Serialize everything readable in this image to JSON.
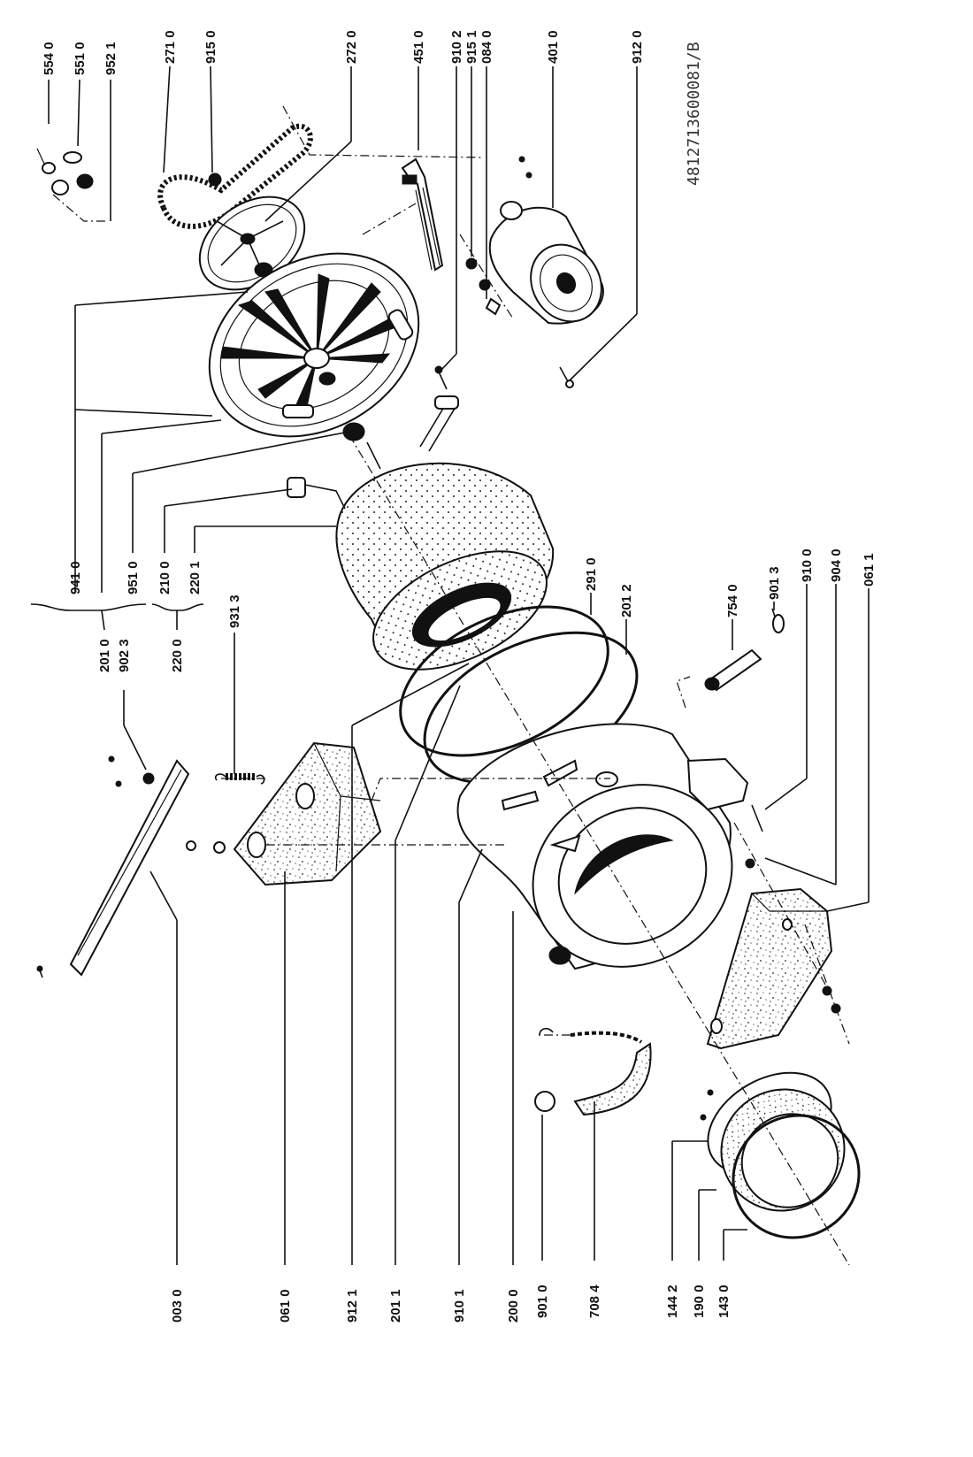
{
  "document_ref": "4812713600081/B",
  "labels": {
    "554_0": "554 0",
    "551_0": "551 0",
    "952_1": "952 1",
    "271_0": "271 0",
    "915_0": "915 0",
    "272_0": "272 0",
    "451_0": "451 0",
    "910_2": "910 2",
    "915_1": "915 1",
    "084_0": "084 0",
    "401_0": "401 0",
    "912_0": "912 0",
    "941_0": "941 0",
    "951_0": "951 0",
    "210_0": "210 0",
    "220_1": "220 1",
    "201_0": "201 0",
    "902_3": "902 3",
    "220_0": "220 0",
    "931_3": "931 3",
    "291_0": "291 0",
    "201_2": "201 2",
    "754_0": "754 0",
    "901_3": "901 3",
    "910_0": "910 0",
    "904_0": "904 0",
    "061_1": "061 1",
    "003_0": "003 0",
    "061_0": "061 0",
    "912_1": "912 1",
    "201_1": "201 1",
    "910_1": "910 1",
    "200_0": "200 0",
    "901_0": "901 0",
    "708_4": "708 4",
    "144_2": "144 2",
    "190_0": "190 0",
    "143_0": "143 0"
  }
}
